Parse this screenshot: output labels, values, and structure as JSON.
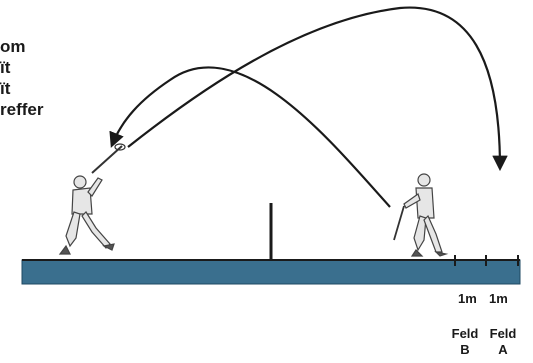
{
  "left_text_lines": [
    "om",
    "ït",
    "ït",
    "reffer"
  ],
  "distance_labels": [
    "1m",
    "1m"
  ],
  "fields": [
    {
      "title": "Feld",
      "letter": "B"
    },
    {
      "title": "Feld",
      "letter": "A"
    }
  ],
  "colors": {
    "court": "#3a6f8e",
    "court_edge": "#2a5470",
    "line": "#1a1a1a",
    "player": "#555555"
  },
  "icons": [
    "player-left-figure",
    "player-right-figure",
    "net-post",
    "trajectory-arrow"
  ]
}
